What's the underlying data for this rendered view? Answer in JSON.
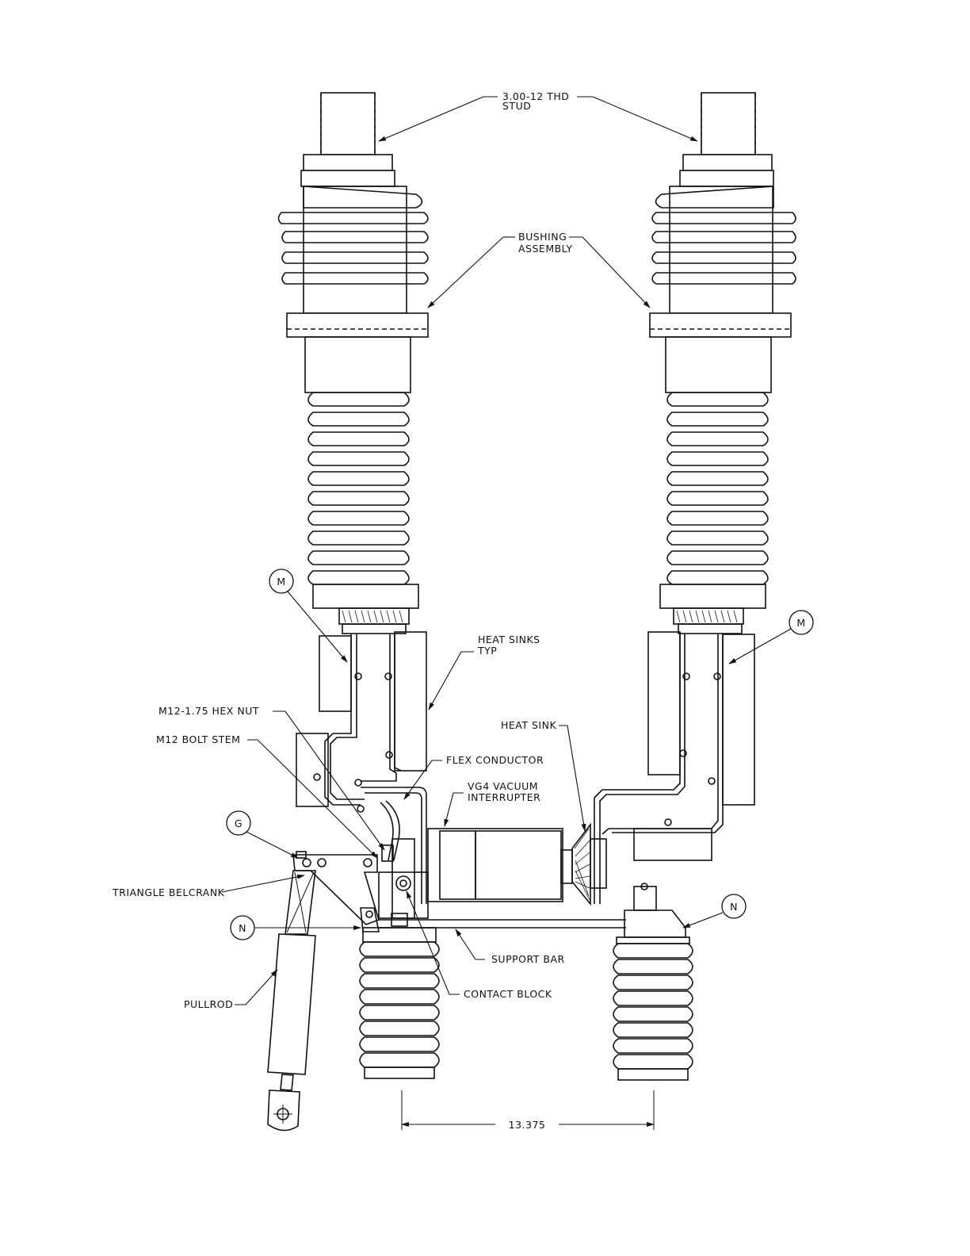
{
  "labels": {
    "stud_line1": "3.00-12 THD",
    "stud_line2": "STUD",
    "bushing_line1": "BUSHING",
    "bushing_line2": "ASSEMBLY",
    "heat_sinks_line1": "HEAT SINKS",
    "heat_sinks_line2": "TYP",
    "hex_nut": "M12-1.75 HEX NUT",
    "bolt_stem": "M12 BOLT STEM",
    "flex_conductor": "FLEX CONDUCTOR",
    "heat_sink": "HEAT SINK",
    "vacuum_line1": "VG4 VACUUM",
    "vacuum_line2": "INTERRUPTER",
    "belcrank": "TRIANGLE BELCRANK",
    "support_bar": "SUPPORT BAR",
    "contact_block": "CONTACT BLOCK",
    "pullrod": "PULLROD",
    "dimension": "13.375"
  },
  "callouts": {
    "m_left": "M",
    "m_right": "M",
    "g": "G",
    "n_left": "N",
    "n_right": "N"
  }
}
